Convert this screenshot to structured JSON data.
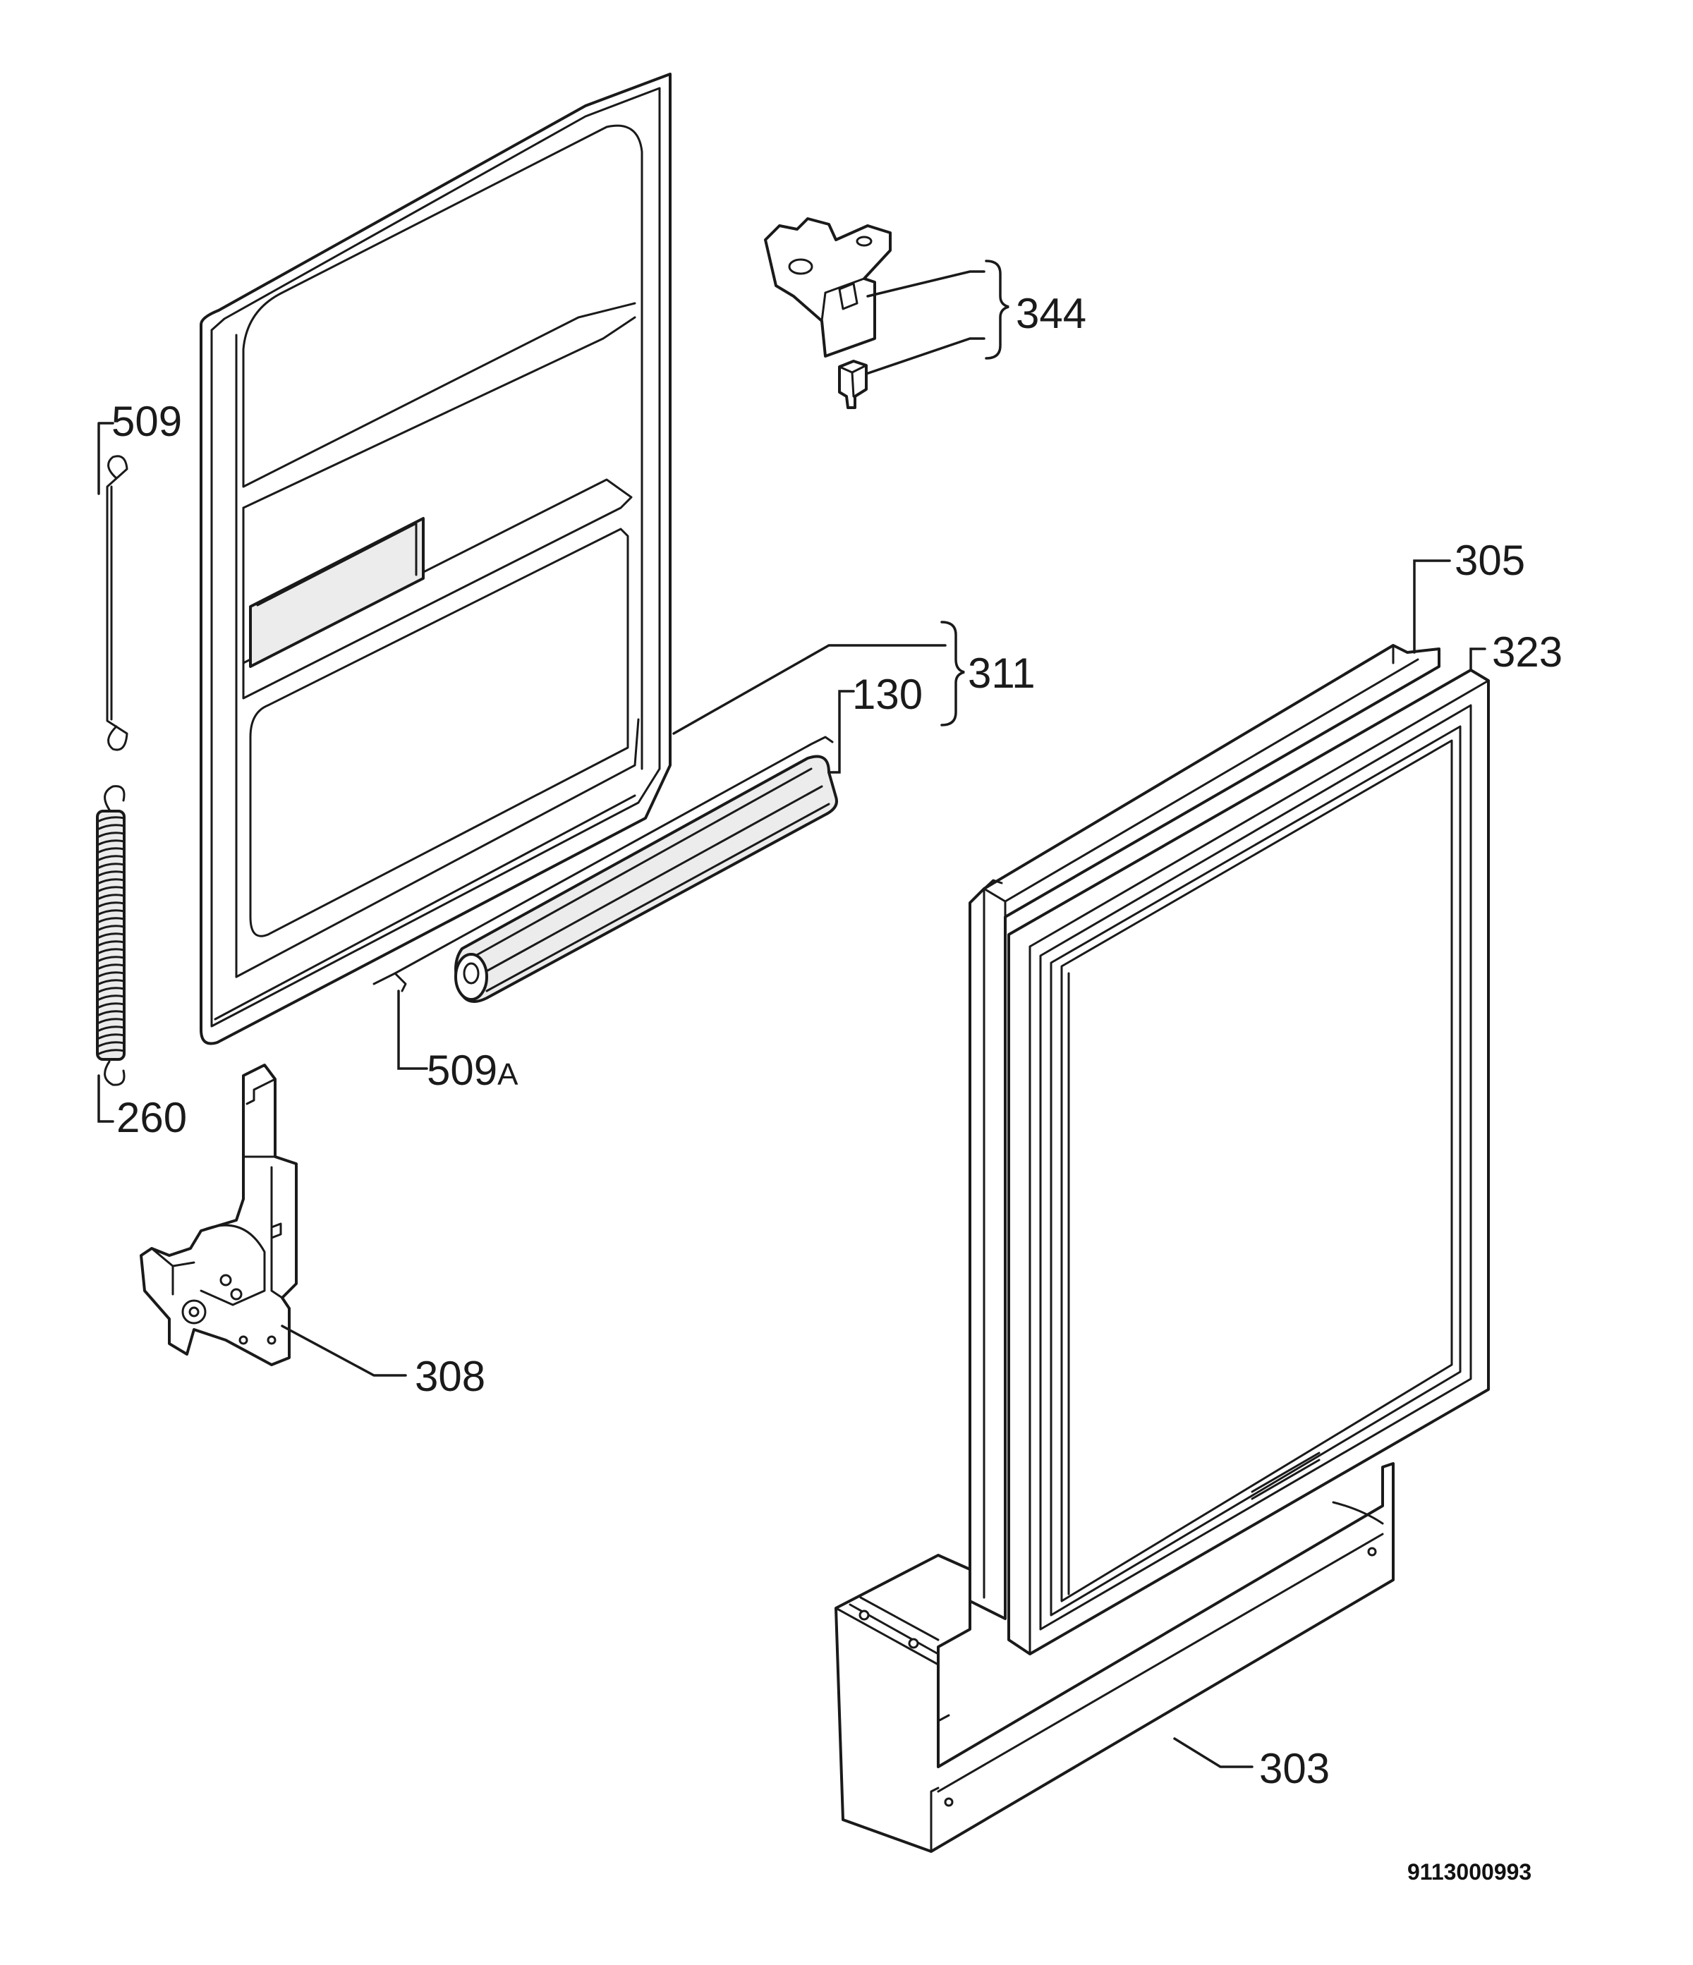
{
  "diagram": {
    "document_number": "9113000993",
    "callouts": [
      {
        "id": "509",
        "label": "509"
      },
      {
        "id": "260",
        "label": "260"
      },
      {
        "id": "344",
        "label": "344"
      },
      {
        "id": "311",
        "label": "311"
      },
      {
        "id": "130",
        "label": "130"
      },
      {
        "id": "509A",
        "label": "509",
        "suffix": "A"
      },
      {
        "id": "308",
        "label": "308"
      },
      {
        "id": "305",
        "label": "305"
      },
      {
        "id": "323",
        "label": "323"
      },
      {
        "id": "303",
        "label": "303"
      }
    ]
  }
}
